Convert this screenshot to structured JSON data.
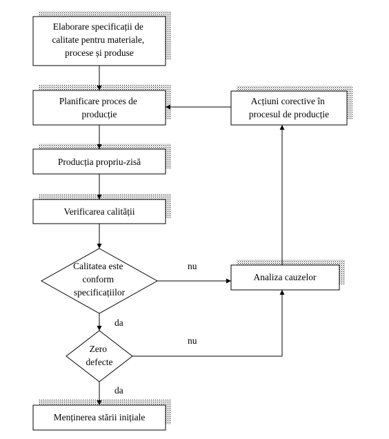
{
  "boxes": {
    "spec": [
      "Elaborare specificații de",
      "calitate pentru materiale,",
      "procese și produse"
    ],
    "plan": [
      "Planificare proces de",
      "producție"
    ],
    "prod": [
      "Producția propriu-zisă"
    ],
    "verif": [
      "Verificarea calității"
    ],
    "corect": [
      "Acțiuni corective în",
      "procesul de producție"
    ],
    "analiza": [
      "Analiza cauzelor"
    ],
    "mentinere": [
      "Menținerea stării inițiale"
    ]
  },
  "decisions": {
    "conform": [
      "Calitatea este",
      "conform",
      "specificațiilor"
    ],
    "zero": [
      "Zero",
      "defecte"
    ]
  },
  "edge_labels": {
    "nu1": "nu",
    "da1": "da",
    "nu2": "nu",
    "da2": "da"
  }
}
